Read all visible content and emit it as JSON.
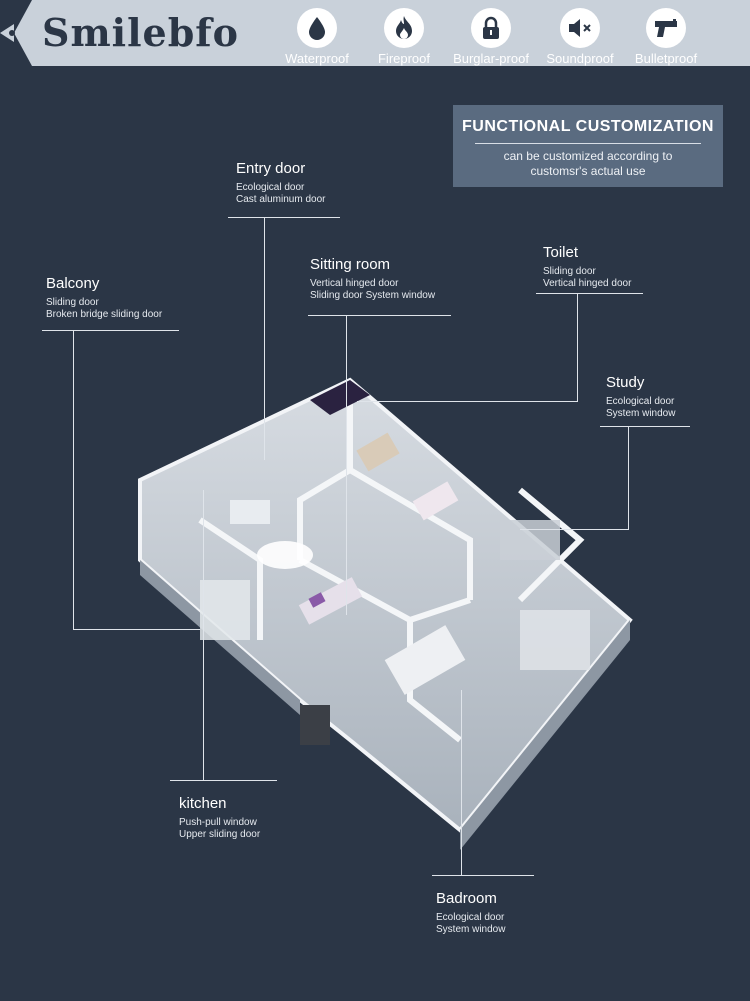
{
  "brand": {
    "logo_text": "Smilebfo"
  },
  "features": [
    {
      "label": "Waterproof",
      "icon": "water-drop-icon"
    },
    {
      "label": "Fireproof",
      "icon": "flame-icon"
    },
    {
      "label": "Burglar-proof",
      "icon": "lock-icon"
    },
    {
      "label": "Soundproof",
      "icon": "speaker-mute-icon"
    },
    {
      "label": "Bulletproof",
      "icon": "gun-icon"
    }
  ],
  "customization": {
    "title": "FUNCTIONAL CUSTOMIZATION",
    "subtitle_line1": "can be customized according to",
    "subtitle_line2": "customsr's actual use"
  },
  "rooms": {
    "entry_door": {
      "title": "Entry door",
      "line1": "Ecological door",
      "line2": "Cast aluminum door"
    },
    "sitting_room": {
      "title": "Sitting room",
      "line1": "Vertical hinged door",
      "line2": "Sliding door  System window"
    },
    "toilet": {
      "title": "Toilet",
      "line1": "Sliding door",
      "line2": "Vertical hinged door"
    },
    "balcony": {
      "title": "Balcony",
      "line1": "Sliding door",
      "line2": "Broken bridge sliding door"
    },
    "study": {
      "title": "Study",
      "line1": "Ecological door",
      "line2": "System window"
    },
    "kitchen": {
      "title": "kitchen",
      "line1": "Push-pull window",
      "line2": "Upper sliding door"
    },
    "badroom": {
      "title": "Badroom",
      "line1": "Ecological door",
      "line2": "System window"
    }
  },
  "colors": {
    "background": "#2b3646",
    "header_band": "#c9d1da",
    "box": "#5a6b80",
    "leader_line": "#dfe4ea"
  }
}
